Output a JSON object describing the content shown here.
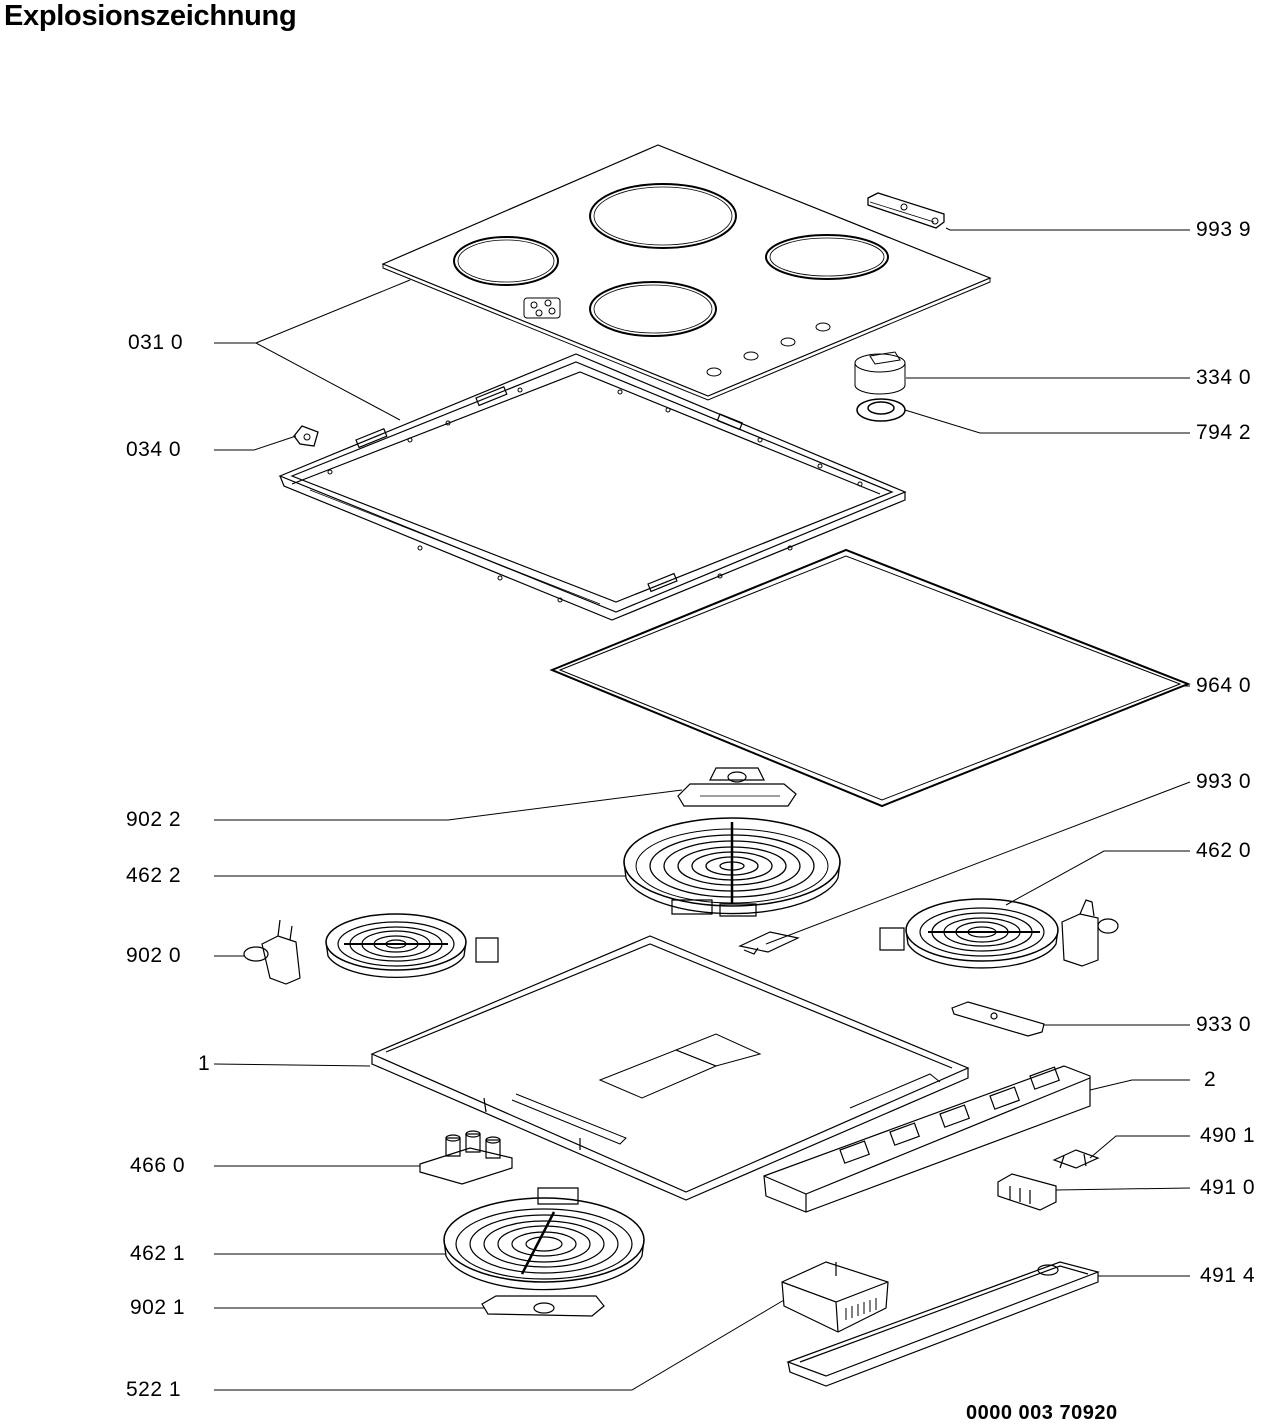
{
  "title": "Explosionszeichnung",
  "drawing_number": "0000 003 70920",
  "parts": {
    "p9939": "993 9",
    "p0310": "031 0",
    "p3340": "334 0",
    "p7942": "794 2",
    "p0340": "034 0",
    "p9640": "964 0",
    "p9930": "993 0",
    "p9022": "902 2",
    "p4620": "462 0",
    "p4622": "462 2",
    "p9020": "902 0",
    "p9330": "933 0",
    "p1": "1",
    "p2": "2",
    "p4901": "490 1",
    "p4660": "466 0",
    "p4910": "491 0",
    "p4621": "462 1",
    "p4914": "491 4",
    "p9021": "902 1",
    "p5221": "522 1"
  }
}
